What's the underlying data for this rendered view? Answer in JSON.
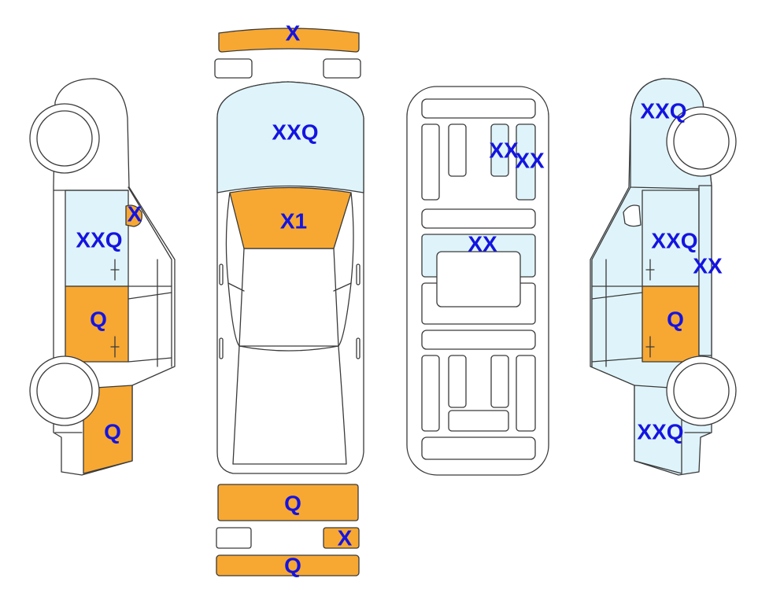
{
  "colors": {
    "damage_fill": "#f7a833",
    "tint_fill": "#dff4fa",
    "code_text": "#1414e0",
    "outline": "#3a3a3a"
  },
  "damage_codes": {
    "front_bumper": "X",
    "hood": "XXQ",
    "windshield": "X1",
    "roof_center": "XX",
    "roof_front_left": "XX",
    "roof_front_right": "XX",
    "left_mirror": "X",
    "left_front_door": "XXQ",
    "left_rear_door": "Q",
    "left_rear_quarter": "Q",
    "right_front_fender": "XXQ",
    "right_front_door": "XXQ",
    "right_pillar": "XX",
    "right_rear_door": "Q",
    "right_rear_quarter": "XXQ",
    "rear_bumper_upper": "Q",
    "rear_trim_right": "X",
    "rear_bumper_lower": "Q"
  }
}
